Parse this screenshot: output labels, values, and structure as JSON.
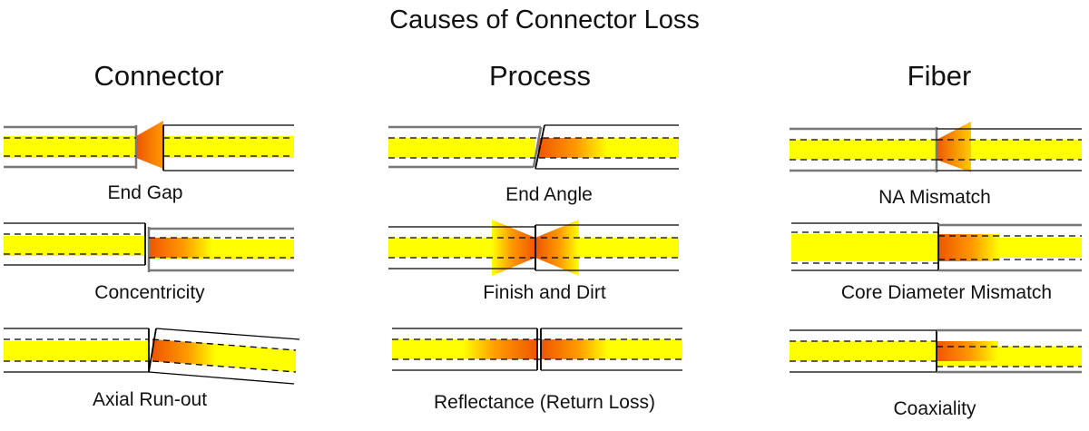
{
  "title": "Causes of Connector Loss",
  "columns": [
    {
      "heading": "Connector",
      "items": [
        "End Gap",
        "Concentricity",
        "Axial Run-out"
      ]
    },
    {
      "heading": "Process",
      "items": [
        "End Angle",
        "Finish and Dirt",
        "Reflectance (Return Loss)"
      ]
    },
    {
      "heading": "Fiber",
      "items": [
        "NA Mismatch",
        "Core Diameter Mismatch",
        "Coaxiality"
      ]
    }
  ],
  "colors": {
    "core": "#ffff00",
    "loss_dark": "#ee5500",
    "loss_mid": "#ff9a00",
    "cladding_outline": "#777777",
    "ferrule_outline": "#000000"
  }
}
